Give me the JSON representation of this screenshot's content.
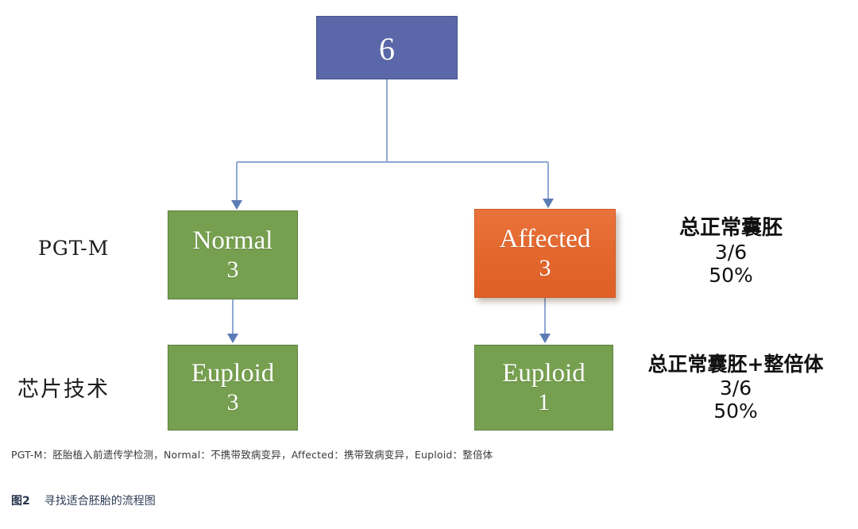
{
  "figure": {
    "caption_number": "图2",
    "caption_text": "寻找适合胚胎的流程图",
    "footnote": "PGT-M：胚胎植入前遗传学检测，Normal：不携带致病变异，Affected：携带致病变异，Euploid：整倍体"
  },
  "stage_labels": {
    "pgtm": "PGT-M",
    "chip": "芯片技术"
  },
  "nodes": {
    "root": {
      "label": "",
      "count": "6",
      "color": "#5a68aa"
    },
    "normal": {
      "label": "Normal",
      "count": "3",
      "color": "#76a04f"
    },
    "affected": {
      "label": "Affected",
      "count": "3",
      "color": "#e4692f"
    },
    "euploid_left": {
      "label": "Euploid",
      "count": "3",
      "color": "#76a04f"
    },
    "euploid_right": {
      "label": "Euploid",
      "count": "1",
      "color": "#76a04f"
    }
  },
  "annotations": {
    "top": {
      "head": "总正常囊胚",
      "ratio": "3/6",
      "percent": "50%"
    },
    "bottom": {
      "head": "总正常囊胚+整倍体",
      "ratio": "3/6",
      "percent": "50%"
    }
  },
  "connector_color": "#8fa8d4"
}
